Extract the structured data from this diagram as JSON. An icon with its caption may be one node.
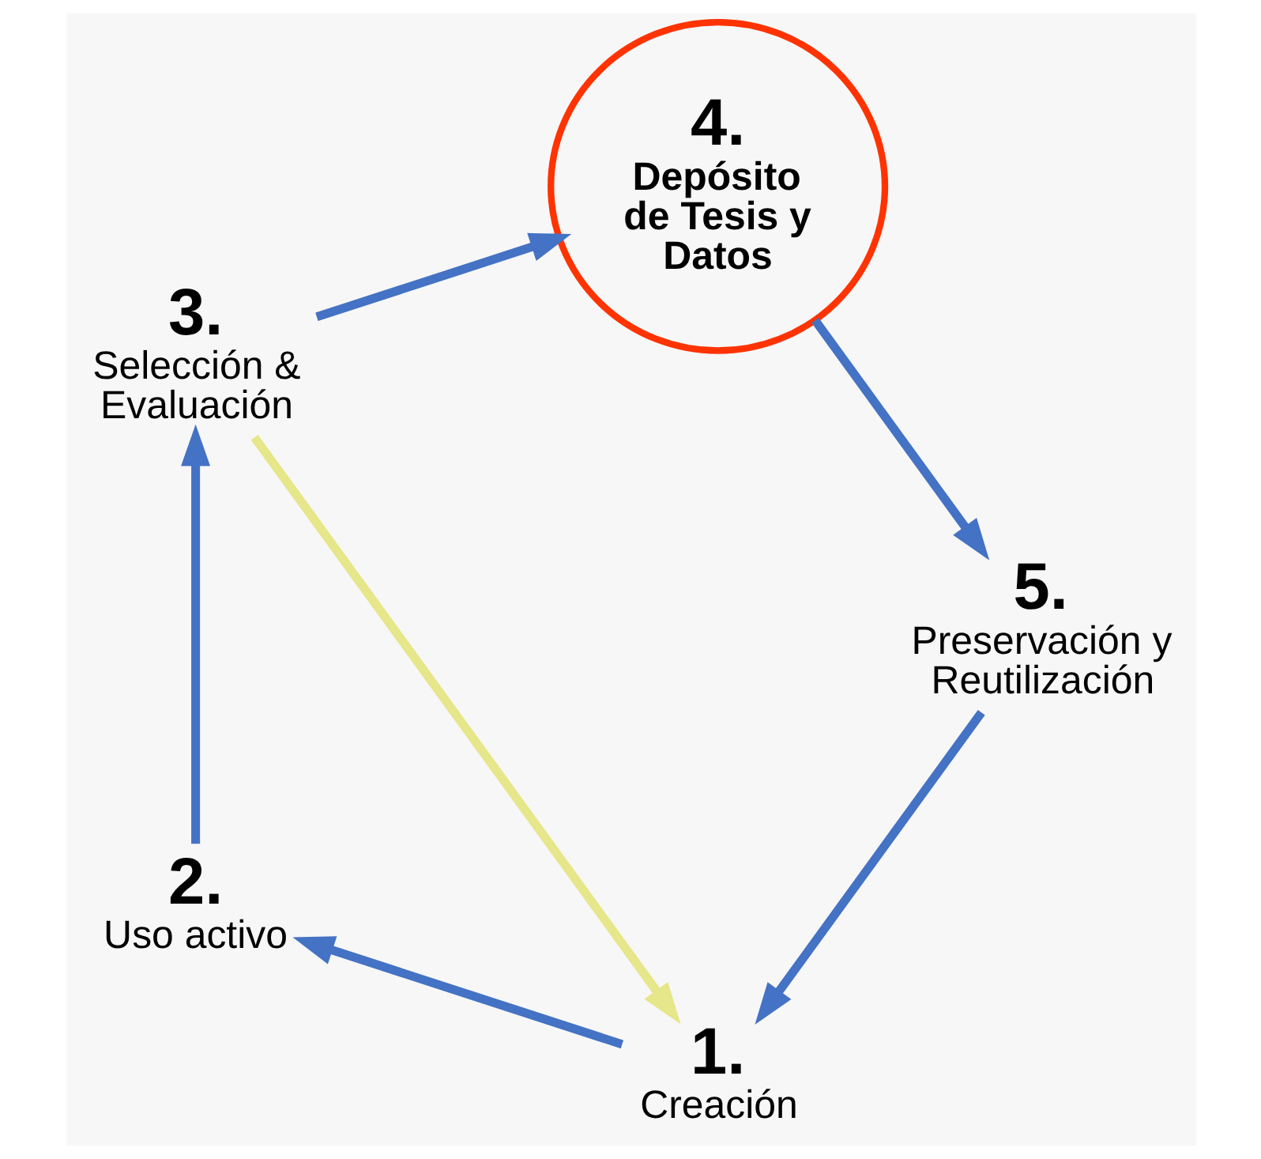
{
  "diagram": {
    "nodes": [
      {
        "text": [
          "1.",
          "Creación"
        ]
      },
      {
        "text": [
          "2.",
          "Uso activo"
        ]
      },
      {
        "text": [
          "3.",
          "Selección & Evaluación"
        ]
      },
      {
        "text": [
          "4.",
          "Depósito de Tesis y Datos"
        ]
      },
      {
        "text": [
          "5.",
          "Preservación y Reutilización"
        ]
      }
    ],
    "edges": [
      {
        "from": 0,
        "to": 1,
        "arrow": "to"
      },
      {
        "from": 1,
        "to": 2,
        "arrow": "to"
      },
      {
        "from": 2,
        "to": 3,
        "arrow": "to"
      },
      {
        "from": 3,
        "to": 4,
        "arrow": "to"
      },
      {
        "from": 4,
        "to": 0,
        "arrow": "to"
      },
      {
        "from": 2,
        "to": 0,
        "arrow": "to",
        "color": "#e6e68a"
      }
    ]
  }
}
